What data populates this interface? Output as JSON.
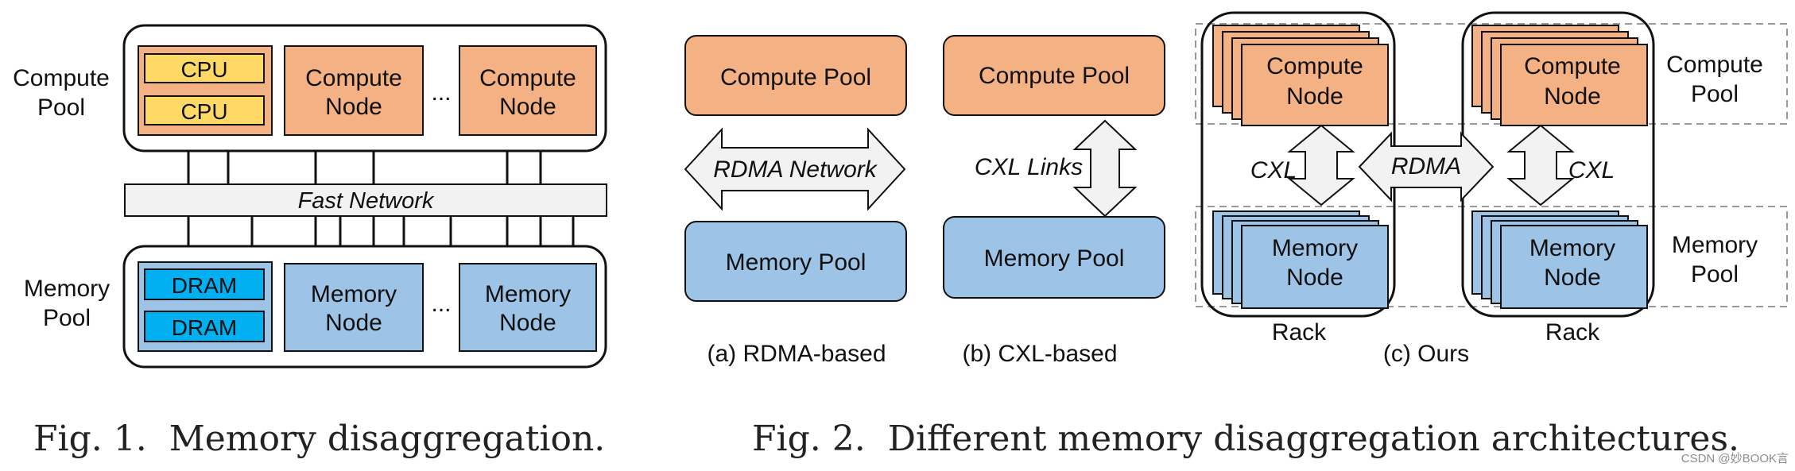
{
  "fig1": {
    "compute_pool_label": [
      "Compute",
      "Pool"
    ],
    "memory_pool_label": [
      "Memory",
      "Pool"
    ],
    "cpu": "CPU",
    "dram": "DRAM",
    "compute_node": [
      "Compute",
      "Node"
    ],
    "memory_node": [
      "Memory",
      "Node"
    ],
    "ellipsis": "...",
    "fast_network": "Fast Network",
    "caption": "Fig. 1.  Memory disaggregation."
  },
  "fig2": {
    "compute_pool": "Compute Pool",
    "memory_pool": "Memory Pool",
    "rdma_network": "RDMA Network",
    "cxl_links": "CXL Links",
    "cxl": "CXL",
    "rdma": "RDMA",
    "compute_node": [
      "Compute",
      "Node"
    ],
    "memory_node": [
      "Memory",
      "Node"
    ],
    "compute_pool_label": [
      "Compute",
      "Pool"
    ],
    "memory_pool_label": [
      "Memory",
      "Pool"
    ],
    "rack": "Rack",
    "sub_a": "(a) RDMA-based",
    "sub_b": "(b) CXL-based",
    "sub_c": "(c) Ours",
    "caption": "Fig. 2.  Different memory disaggregation architectures."
  },
  "watermark": "CSDN @妙BOOK言",
  "colors": {
    "compute": "#f4b183",
    "memory": "#9dc3e6",
    "cpu": "#ffd966",
    "dram": "#00b0f0",
    "network": "#f2f2f2",
    "stroke": "#111111"
  }
}
